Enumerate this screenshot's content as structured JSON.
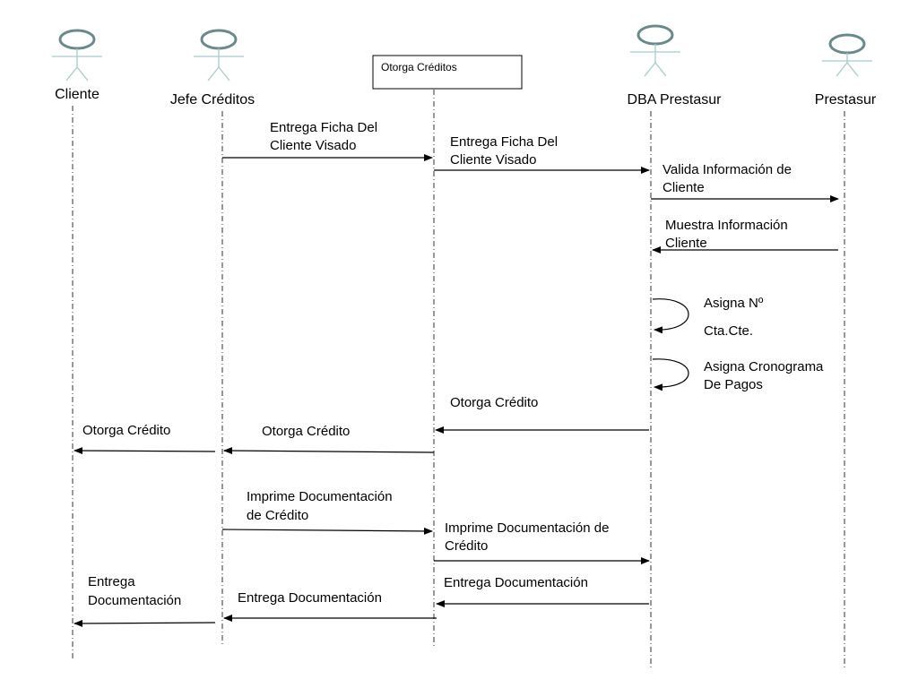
{
  "actors": [
    {
      "id": "cliente",
      "name": "Cliente"
    },
    {
      "id": "jefe",
      "name": "Jefe Créditos"
    },
    {
      "id": "dba",
      "name": "DBA Prestasur"
    },
    {
      "id": "prestasur",
      "name": "Prestasur"
    }
  ],
  "object_box": {
    "title": "Otorga Créditos"
  },
  "messages": [
    {
      "from": "jefe",
      "to": "otorga",
      "lines": [
        "Entrega Ficha Del",
        "Cliente Visado"
      ]
    },
    {
      "from": "otorga",
      "to": "dba",
      "lines": [
        "Entrega Ficha Del",
        "Cliente Visado"
      ]
    },
    {
      "from": "dba",
      "to": "prestasur",
      "lines": [
        "Valida Información de",
        "Cliente"
      ]
    },
    {
      "from": "prestasur",
      "to": "dba",
      "lines": [
        "Muestra Información",
        "Cliente"
      ]
    },
    {
      "from": "dba",
      "to": "dba",
      "self": true,
      "lines": [
        "Asigna Nº",
        "Cta.Cte."
      ]
    },
    {
      "from": "dba",
      "to": "dba",
      "self": true,
      "lines": [
        "Asigna Cronograma",
        "De Pagos"
      ]
    },
    {
      "from": "dba",
      "to": "otorga",
      "lines": [
        "Otorga  Crédito"
      ]
    },
    {
      "from": "otorga",
      "to": "jefe",
      "lines": [
        "Otorga  Crédito"
      ]
    },
    {
      "from": "jefe",
      "to": "cliente",
      "lines": [
        "Otorga  Crédito"
      ]
    },
    {
      "from": "jefe",
      "to": "otorga",
      "lines": [
        "Imprime Documentación",
        "de Crédito"
      ]
    },
    {
      "from": "otorga",
      "to": "dba",
      "lines": [
        "Imprime Documentación de",
        "Crédito"
      ]
    },
    {
      "from": "dba",
      "to": "otorga",
      "lines": [
        "Entrega Documentación"
      ]
    },
    {
      "from": "otorga",
      "to": "jefe",
      "lines": [
        "Entrega Documentación"
      ]
    },
    {
      "from": "jefe",
      "to": "cliente",
      "lines": [
        "Entrega",
        "Documentación"
      ]
    }
  ]
}
